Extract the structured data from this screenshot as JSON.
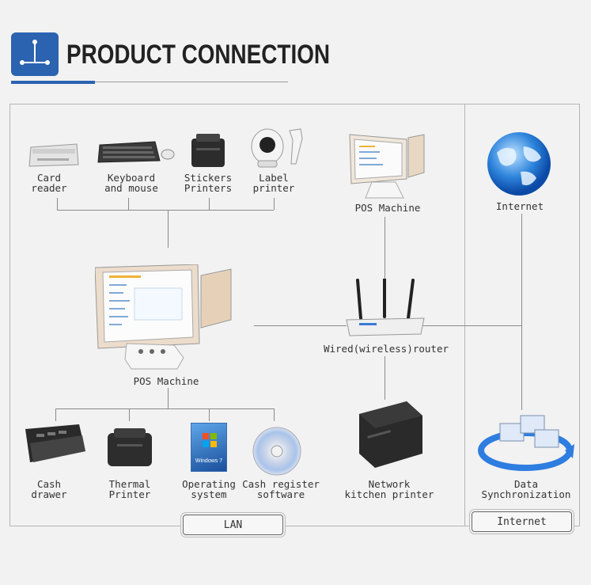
{
  "header": {
    "title": "PRODUCT CONNECTION",
    "icon": "network-node-icon"
  },
  "zones": {
    "lan_label": "LAN",
    "internet_label": "Internet"
  },
  "devices": {
    "card_reader": "Card\nreader",
    "keyboard_mouse": "Keyboard\nand mouse",
    "stickers_printers": "Stickers\nPrinters",
    "label_printer": "Label\nprinter",
    "pos_machine_top": "POS Machine",
    "pos_machine_main": "POS Machine",
    "router": "Wired(wireless)router",
    "internet": "Internet",
    "cash_drawer": "Cash\ndrawer",
    "thermal_printer": "Thermal\nPrinter",
    "operating_system": "Operating\nsystem",
    "cash_register_software": "Cash register\nsoftware",
    "network_kitchen_printer": "Network\nkitchen printer",
    "data_sync": "Data\nSynchronization"
  },
  "os_box_text": "Windows 7",
  "colors": {
    "accent": "#2b63b0",
    "line": "#8a8a8a",
    "frame": "#b5b5b5"
  }
}
